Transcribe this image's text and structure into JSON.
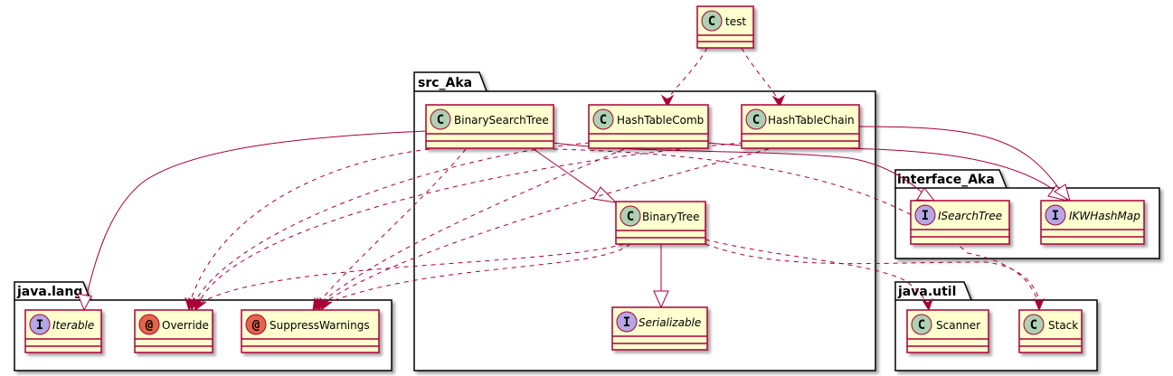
{
  "colors": {
    "class_fill": "#FEFECE",
    "class_border": "#A80036",
    "class_badge": "#ADD1B2",
    "interface_badge": "#B4A7E5",
    "annotation_badge": "#E3664A",
    "edge": "#A80036"
  },
  "packages": {
    "src_aka": "src_Aka",
    "interface_aka": "interface_Aka",
    "java_lang": "java.lang",
    "java_util": "java.util"
  },
  "classes": {
    "test": {
      "name": "test",
      "badge": "C"
    },
    "binary_search_tree": {
      "name": "BinarySearchTree",
      "badge": "C"
    },
    "hash_table_comb": {
      "name": "HashTableComb",
      "badge": "C"
    },
    "hash_table_chain": {
      "name": "HashTableChain",
      "badge": "C"
    },
    "binary_tree": {
      "name": "BinaryTree",
      "badge": "C"
    },
    "serializable": {
      "name": "Serializable",
      "badge": "I"
    },
    "isearch_tree": {
      "name": "ISearchTree",
      "badge": "I"
    },
    "ikw_hash_map": {
      "name": "IKWHashMap",
      "badge": "I"
    },
    "iterable": {
      "name": "Iterable",
      "badge": "I"
    },
    "override": {
      "name": "Override",
      "badge": "@"
    },
    "suppress_warnings": {
      "name": "SuppressWarnings",
      "badge": "@"
    },
    "scanner": {
      "name": "Scanner",
      "badge": "C"
    },
    "stack": {
      "name": "Stack",
      "badge": "C"
    }
  }
}
